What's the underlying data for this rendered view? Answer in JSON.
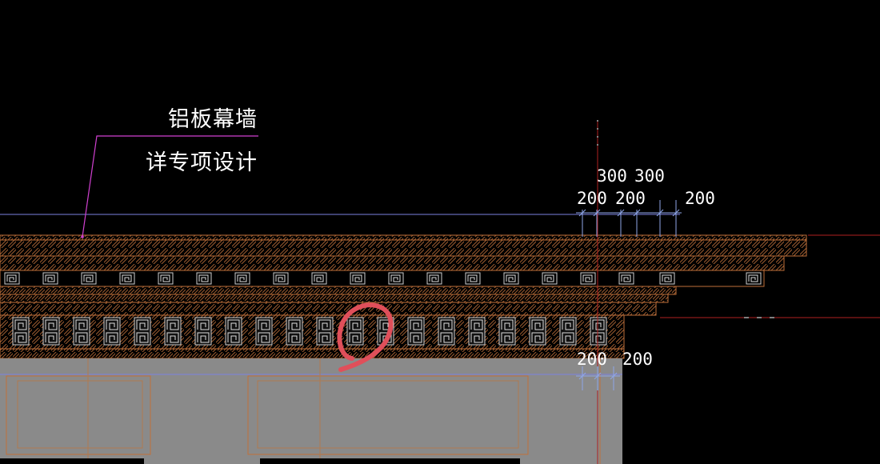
{
  "annotation": {
    "line1": "铝板幕墙",
    "line2": "详专项设计"
  },
  "dimensions": {
    "top_row": [
      "300",
      "300"
    ],
    "second_row": [
      "200",
      "200",
      "200"
    ],
    "bottom_row": [
      "200",
      "200"
    ]
  },
  "colors": {
    "background": "#000000",
    "cad_orange": "#c0703a",
    "leader_magenta": "#d040d0",
    "blue_line": "#7c82e0",
    "red_line": "#b02020",
    "dimension_blue": "#8fa6e8",
    "wall_gray": "#8a8a8a",
    "markup_circle": "#e04f5a",
    "text": "#ffffff"
  }
}
